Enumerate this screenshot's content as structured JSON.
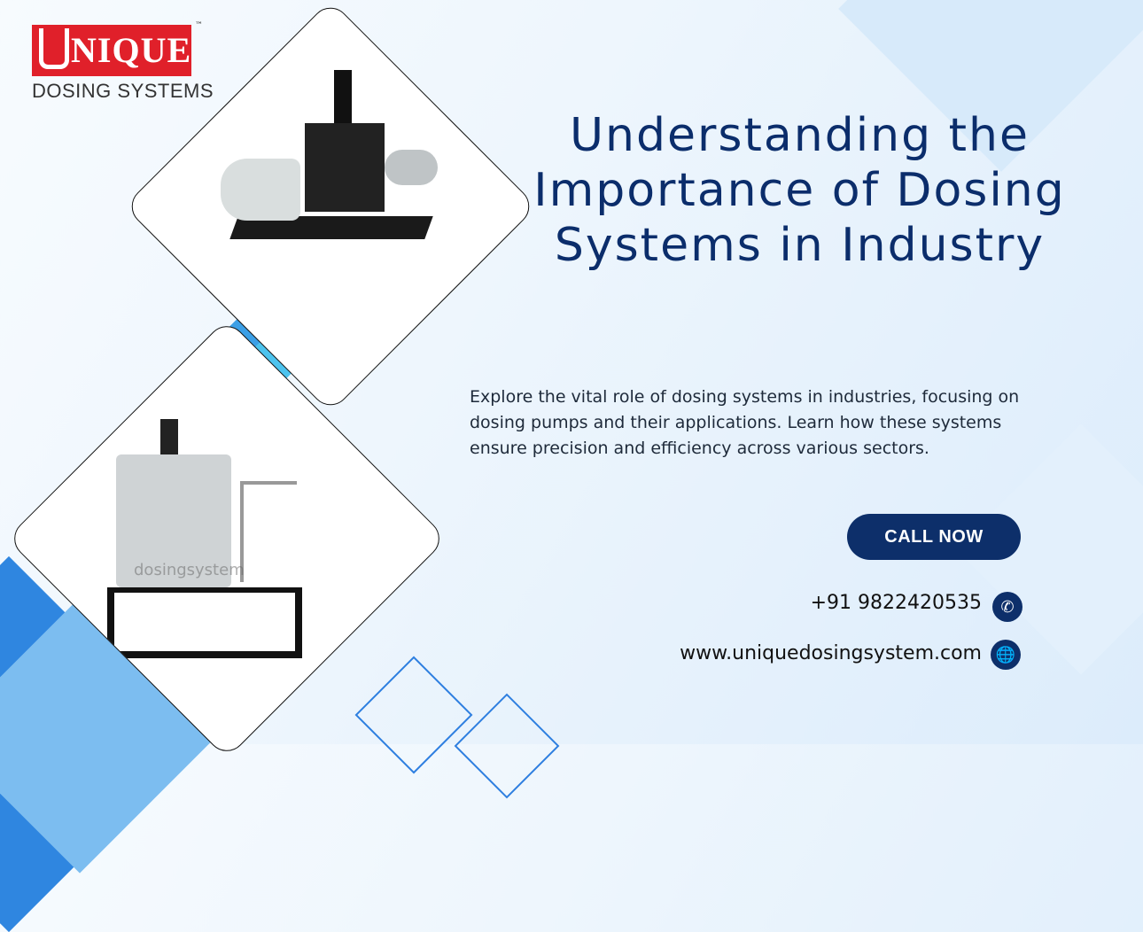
{
  "logo": {
    "word": "NIQUE",
    "tagline": "DOSING SYSTEMS",
    "tm": "™"
  },
  "title": "Understanding the Importance of Dosing Systems in Industry",
  "description": "Explore the vital role of dosing systems in industries, focusing on dosing pumps and their applications. Learn how these systems ensure precision and efficiency across various sectors.",
  "cta": {
    "label": "CALL NOW"
  },
  "contact": {
    "phone": "+91 9822420535",
    "website": "www.uniquedosingsystem.com",
    "phone_icon": "phone-icon",
    "web_icon": "globe-icon"
  },
  "images": {
    "top": "dosing-pump-photo",
    "bottom": "dosing-tank-system-photo",
    "watermark": "dosingsystem"
  },
  "colors": {
    "navy": "#0d2f6a",
    "logo_red": "#e0202a",
    "accent_blue": "#3aaee8"
  }
}
